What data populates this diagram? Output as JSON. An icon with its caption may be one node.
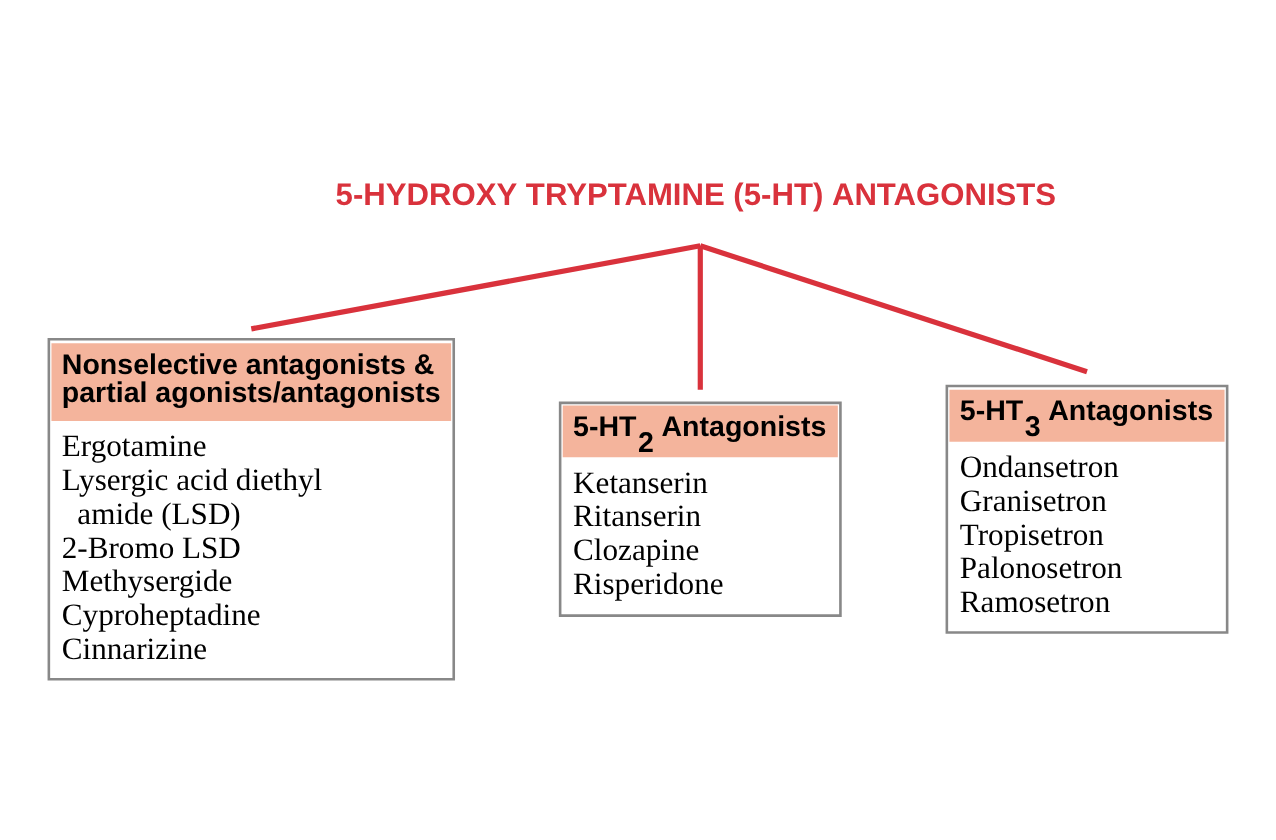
{
  "diagram": {
    "nodes": [
      {
        "text": [
          "5-HYDROXY TRYPTAMINE (5-HT) ANTAGONISTS"
        ]
      },
      {
        "text": [
          "Nonselective antagonists & partial agonists/antagonists",
          "Ergotamine",
          "Lysergic acid diethyl amide (LSD)",
          "2-Bromo LSD",
          "Methysergide",
          "Cyproheptadine",
          "Cinnarizine"
        ]
      },
      {
        "text": [
          "5-HT$_{2}$ Antagonists",
          "Ketanserin",
          "Ritanserin",
          "Clozapine",
          "Risperidone"
        ]
      },
      {
        "text": [
          "5-HT$_{3}$ Antagonists",
          "Ondansetron",
          "Granisetron",
          "Tropisetron",
          "Palonosetron",
          "Ramosetron"
        ]
      }
    ],
    "edges": [
      {
        "from": 0,
        "to": 1,
        "arrow": "none",
        "color": "#d9323c"
      },
      {
        "from": 0,
        "to": 2,
        "arrow": "none",
        "color": "#d9323c"
      },
      {
        "from": 0,
        "to": 3,
        "arrow": "none",
        "color": "#d9323c"
      }
    ]
  }
}
